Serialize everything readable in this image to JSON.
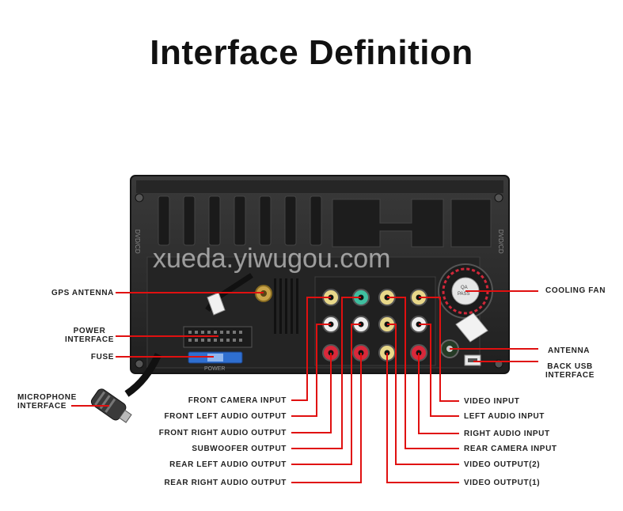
{
  "title": "Interface Definition",
  "watermark": "xueda.yiwugou.com",
  "unit_labels": {
    "left_edge": "DVD/CD",
    "right_edge": "DVD/CD",
    "power_connector": "POWER",
    "fan_sticker_line1": "QA",
    "fan_sticker_line2": "PASS"
  },
  "left_labels": {
    "gps": "GPS ANTENNA",
    "power_1": "POWER",
    "power_2": "INTERFACE",
    "fuse": "FUSE",
    "mic_1": "MICROPHONE",
    "mic_2": "INTERFACE"
  },
  "right_labels": {
    "cooling_fan": "COOLING FAN",
    "antenna": "ANTENNA",
    "usb_1": "BACK USB",
    "usb_2": "INTERFACE"
  },
  "bottom_left_labels": [
    "FRONT CAMERA INPUT",
    "FRONT LEFT AUDIO OUTPUT",
    "FRONT RIGHT AUDIO OUTPUT",
    "SUBWOOFER OUTPUT",
    "REAR LEFT AUDIO OUTPUT",
    "REAR RIGHT AUDIO OUTPUT"
  ],
  "bottom_right_labels": [
    "VIDEO INPUT",
    "LEFT AUDIO INPUT",
    "RIGHT AUDIO INPUT",
    "REAR CAMERA INPUT",
    "VIDEO OUTPUT(2)",
    "VIDEO OUTPUT(1)"
  ],
  "colors": {
    "leader": "#e01010",
    "unit_body": "#2b2b2b",
    "rca_yellow": "#e8d88a",
    "rca_white": "#eeeeee",
    "rca_red": "#d9283a",
    "rca_green": "#3fbfa0",
    "fuse_blue": "#2f6fd0"
  }
}
